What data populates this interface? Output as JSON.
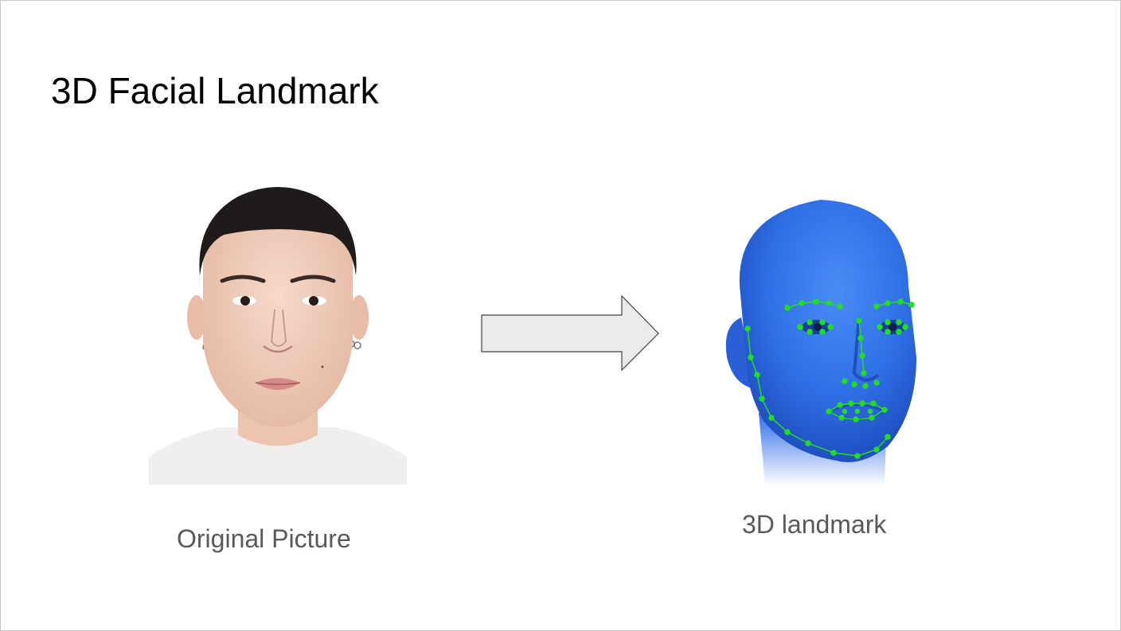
{
  "slide": {
    "title": "3D Facial Landmark"
  },
  "left_panel": {
    "caption": "Original Picture"
  },
  "right_panel": {
    "caption": "3D landmark",
    "landmark_color": "#22dd22",
    "mesh_color": "#2f6fe6"
  },
  "arrow": {
    "fill": "#ebebeb",
    "stroke": "#444444"
  }
}
